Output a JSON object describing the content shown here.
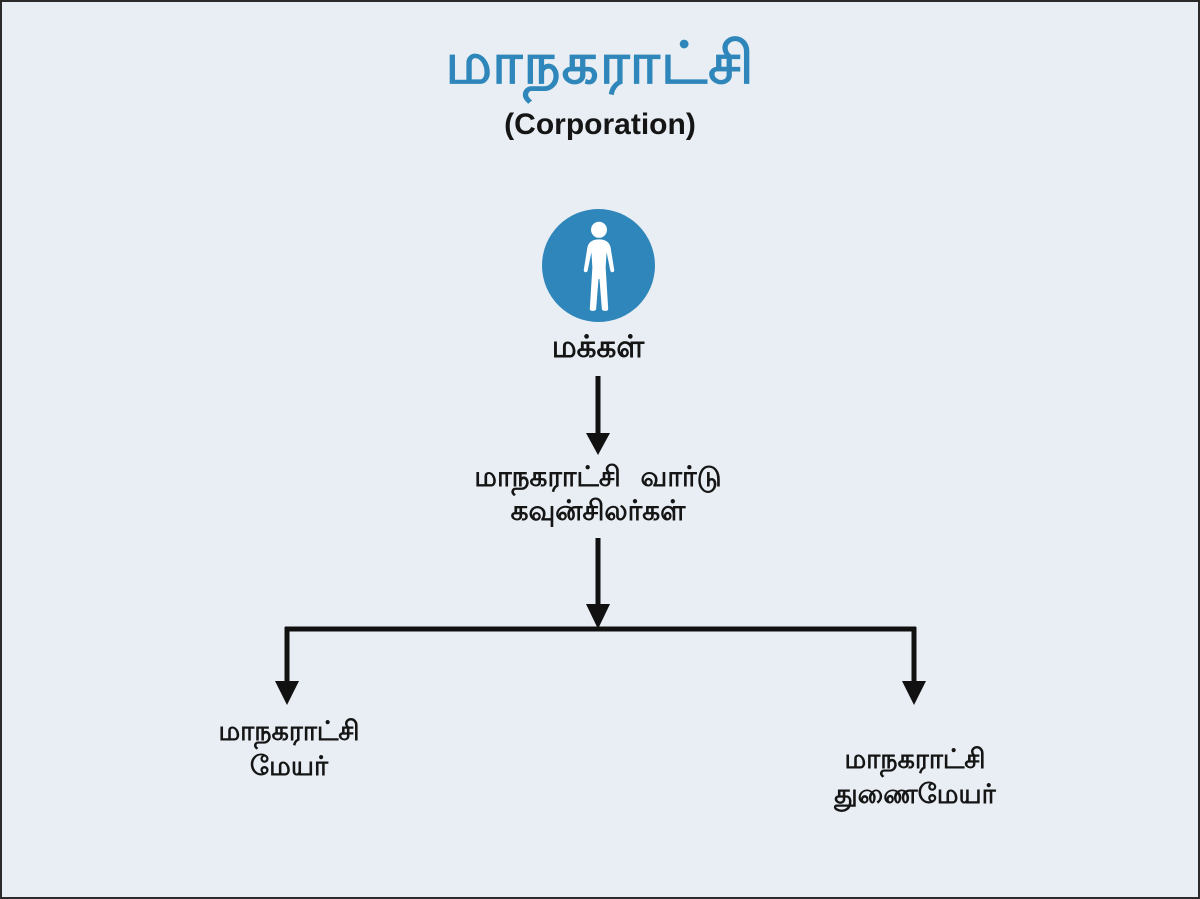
{
  "header": {
    "title": "மாநகராட்சி",
    "subtitle": "(Corporation)"
  },
  "colors": {
    "accent": "#2e86ba",
    "background": "#e8eef3",
    "line": "#111111",
    "text": "#1b1b1b"
  },
  "nodes": {
    "people": {
      "label": "மக்கள்",
      "icon": "person-icon"
    },
    "ward_councillors": {
      "line1": "மாநகராட்சி வார்டு",
      "line2": "கவுன்சிலர்கள்"
    },
    "mayor": {
      "line1": "மாநகராட்சி",
      "line2": "மேயர்"
    },
    "deputy_mayor": {
      "line1": "மாநகராட்சி",
      "line2": "துணைமேயர்"
    }
  }
}
